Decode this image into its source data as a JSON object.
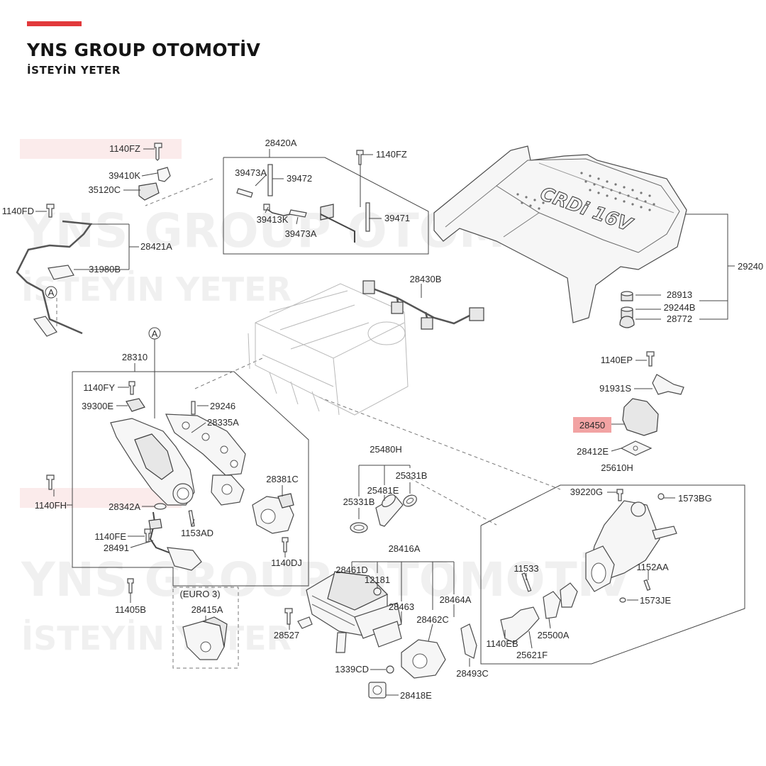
{
  "brand": {
    "name": "YNS GROUP OTOMOTİV",
    "slogan": "İSTEYİN YETER",
    "accent_color": "#e2393b"
  },
  "engine_cover_text": "CRDi 16V",
  "callouts": {
    "l1140FZ_top": "1140FZ",
    "l39410K": "39410K",
    "l35120C": "35120C",
    "l1140FD": "1140FD",
    "l28421A": "28421A",
    "l31980B": "31980B",
    "lA_1": "A",
    "lA_2": "A",
    "l28420A": "28420A",
    "l39473A_1": "39473A",
    "l39472": "39472",
    "l39413K": "39413K",
    "l39473A_2": "39473A",
    "l1140FZ_mid": "1140FZ",
    "l39471": "39471",
    "l28430B": "28430B",
    "l29240": "29240",
    "l28913": "28913",
    "l29244B": "29244B",
    "l28772": "28772",
    "l1140EP": "1140EP",
    "l91931S": "91931S",
    "l28450": "28450",
    "l28412E": "28412E",
    "l25610H": "25610H",
    "l39220G": "39220G",
    "l1573BG": "1573BG",
    "l28310": "28310",
    "l1140FY": "1140FY",
    "l39300E": "39300E",
    "l29246": "29246",
    "l28335A": "28335A",
    "l28381C": "28381C",
    "l1140FH": "1140FH",
    "l28342A": "28342A",
    "l1153AD": "1153AD",
    "l1140FE": "1140FE",
    "l28491": "28491",
    "l1140DJ": "1140DJ",
    "l11405B": "11405B",
    "lEURO3": "(EURO 3)",
    "l28415A": "28415A",
    "l25480H": "25480H",
    "l25331B_1": "25331B",
    "l25481E": "25481E",
    "l25331B_2": "25331B",
    "l28416A": "28416A",
    "l28461D": "28461D",
    "l12181": "12181",
    "l28463": "28463",
    "l28464A": "28464A",
    "l28462C": "28462C",
    "l28527": "28527",
    "l1339CD": "1339CD",
    "l28418E": "28418E",
    "l28493C": "28493C",
    "l11533": "11533",
    "l1152AA": "1152AA",
    "l1573JE": "1573JE",
    "l1140EB": "1140EB",
    "l25500A": "25500A",
    "l25621F": "25621F"
  }
}
